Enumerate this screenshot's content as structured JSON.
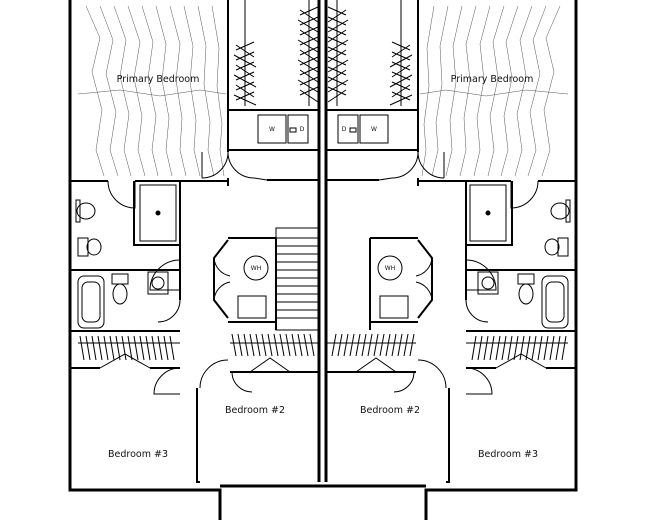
{
  "labels": {
    "primary_left": "Primary Bedroom",
    "primary_right": "Primary Bedroom",
    "bed2_left": "Bedroom #2",
    "bed2_right": "Bedroom #2",
    "bed3_left": "Bedroom #3",
    "bed3_right": "Bedroom #3",
    "washer_left": "W",
    "dryer_left": "D",
    "washer_right": "W",
    "dryer_right": "D",
    "water_heater_left": "WH",
    "water_heater_right": "WH"
  }
}
